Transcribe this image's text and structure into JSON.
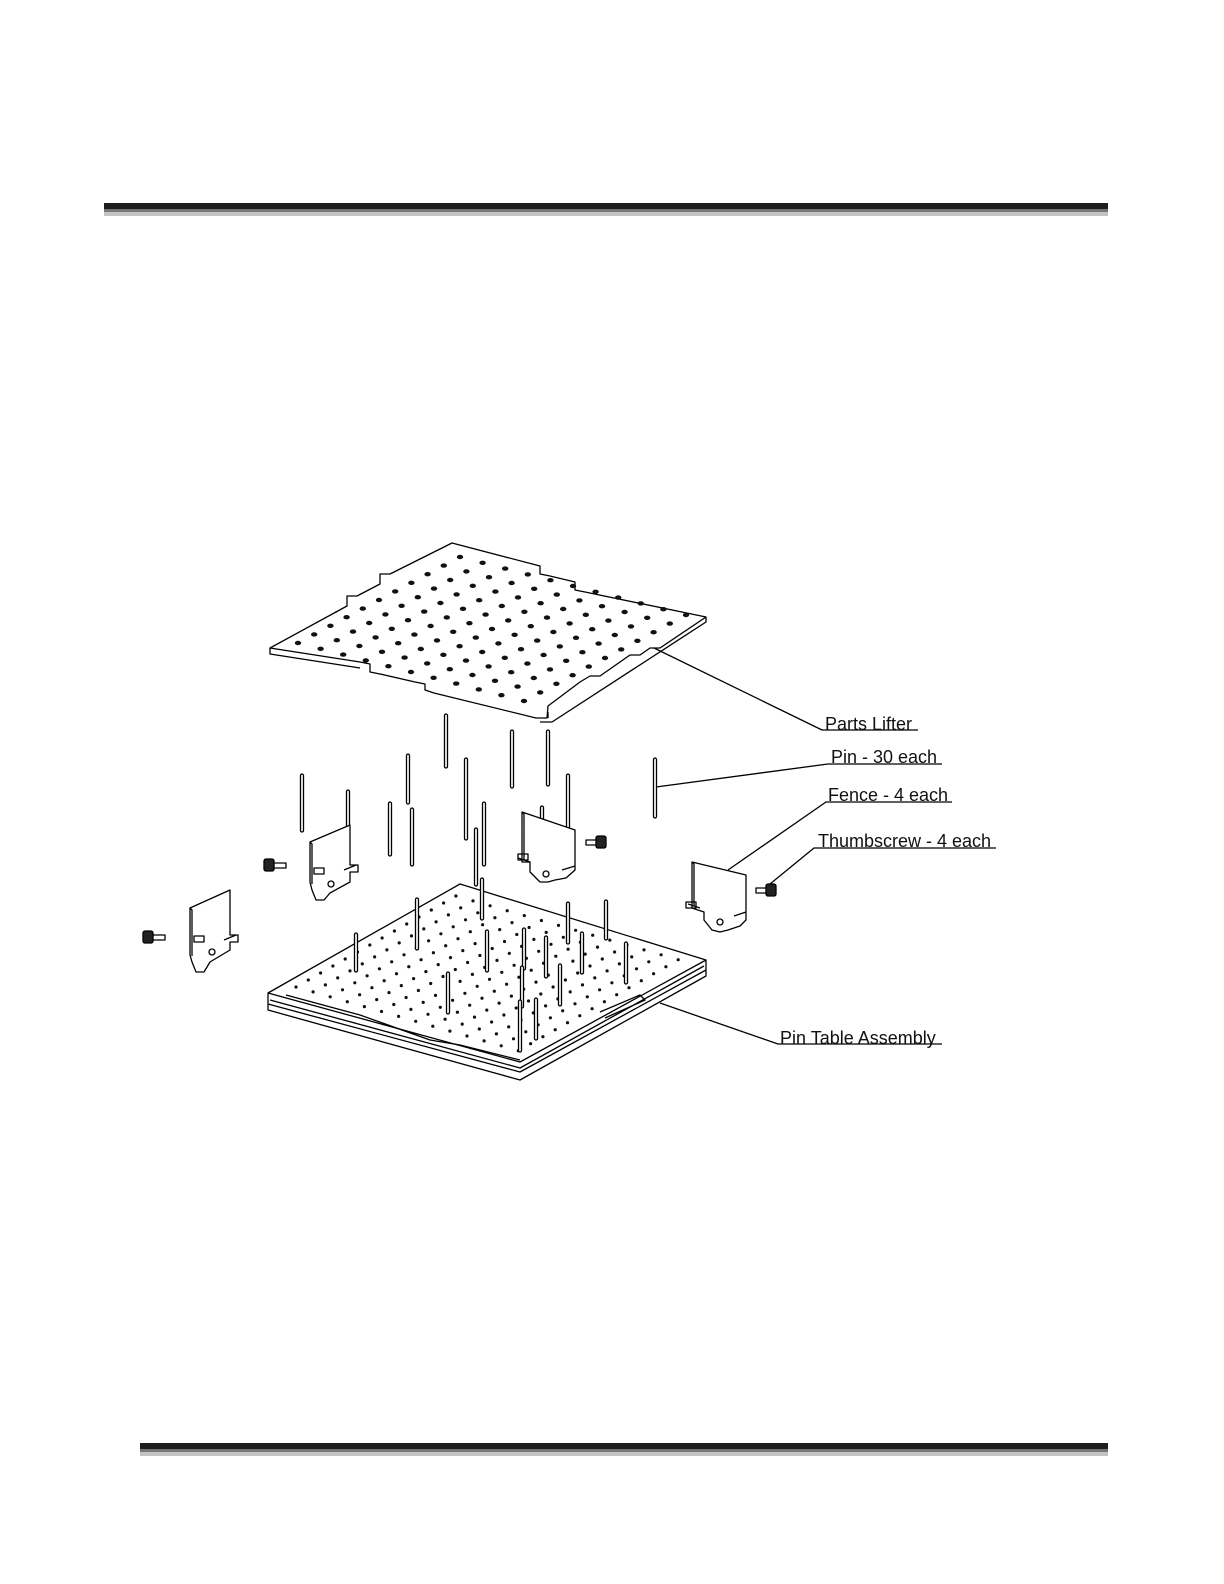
{
  "figure": {
    "labels": {
      "parts_lifter": "Parts Lifter",
      "pin": "Pin - 30 each",
      "fence": "Fence - 4 each",
      "thumbscrew": "Thumbscrew - 4 each",
      "pin_table": "Pin Table Assembly"
    }
  }
}
